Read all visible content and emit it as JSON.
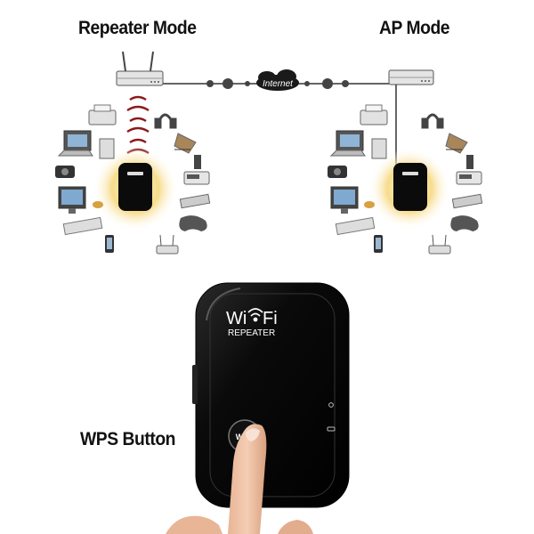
{
  "labels": {
    "repeater_mode": "Repeater Mode",
    "ap_mode": "AP Mode",
    "wps_button": "WPS Button",
    "internet": "Internet"
  },
  "device": {
    "brand_wi": "Wi",
    "brand_fi": "Fi",
    "model": "REPEATER",
    "wps_text": "WPS"
  },
  "colors": {
    "device_body": "#0b0b0b",
    "signal_waves": "#8b1a1a",
    "glow": "#f3d27a",
    "line": "#333333"
  }
}
